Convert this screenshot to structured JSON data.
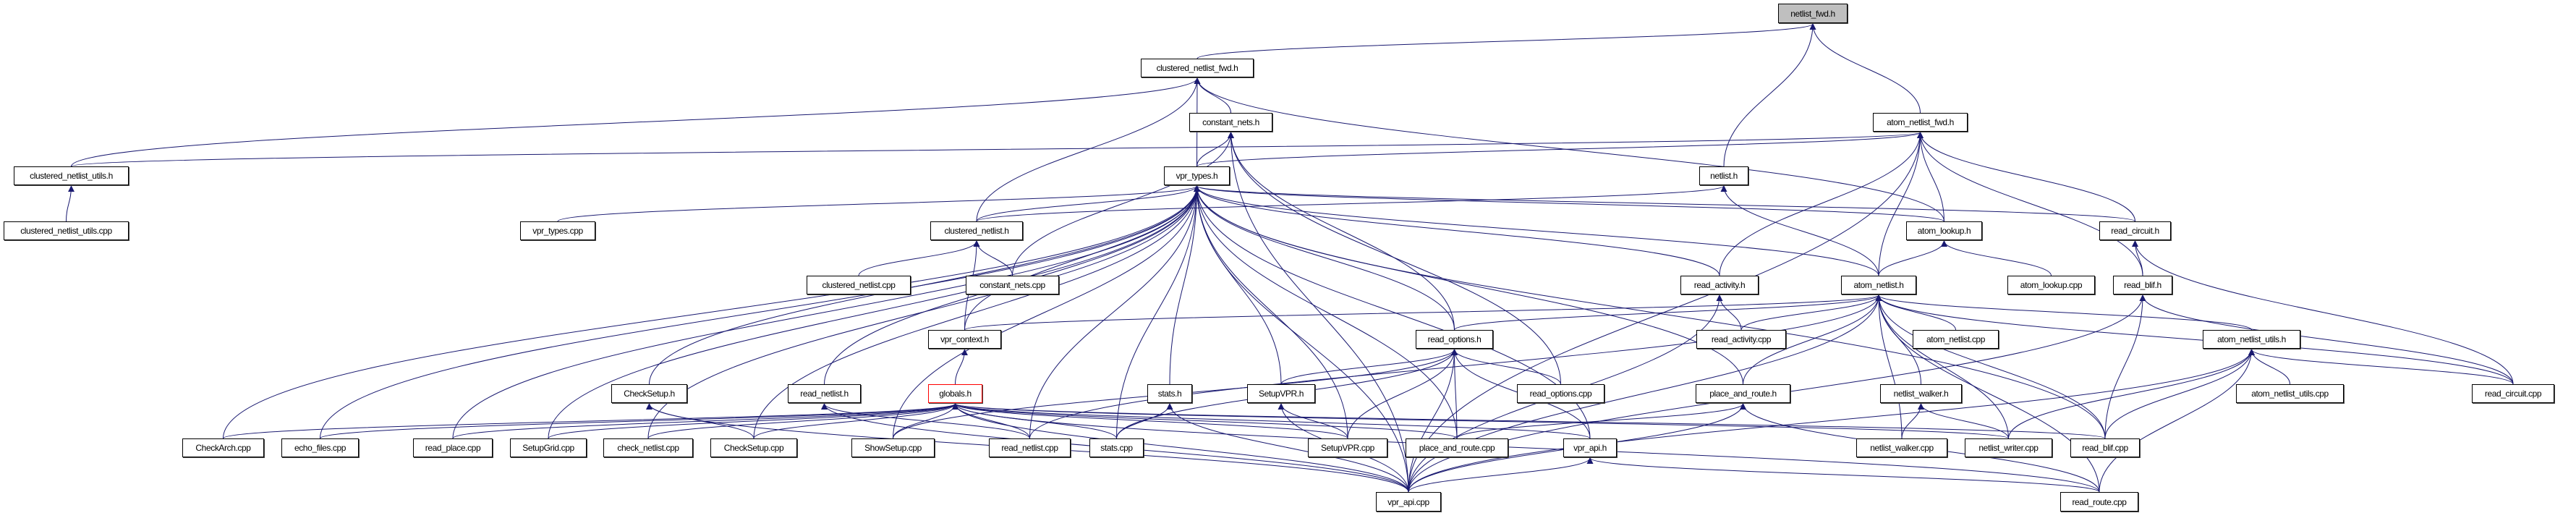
{
  "graph": {
    "root": "netlist_fwd.h",
    "highlighted": "globals.h",
    "colors": {
      "edge": "#191970",
      "root_fill": "#bfbfbf",
      "highlight_border": "#ff0000",
      "node_border": "#000000"
    },
    "nodes": [
      "netlist_fwd.h",
      "clustered_netlist_fwd.h",
      "atom_netlist_fwd.h",
      "constant_nets.h",
      "clustered_netlist_utils.h",
      "vpr_types.h",
      "netlist.h",
      "atom_lookup.h",
      "read_circuit.h",
      "clustered_netlist_utils.cpp",
      "vpr_types.cpp",
      "clustered_netlist.h",
      "clustered_netlist.cpp",
      "constant_nets.cpp",
      "read_activity.h",
      "atom_netlist.h",
      "atom_lookup.cpp",
      "read_blif.h",
      "vpr_context.h",
      "read_options.h",
      "read_activity.cpp",
      "atom_netlist.cpp",
      "atom_netlist_utils.h",
      "CheckSetup.h",
      "read_netlist.h",
      "globals.h",
      "stats.h",
      "SetupVPR.h",
      "read_options.cpp",
      "place_and_route.h",
      "netlist_walker.h",
      "atom_netlist_utils.cpp",
      "read_circuit.cpp",
      "CheckArch.cpp",
      "echo_files.cpp",
      "read_place.cpp",
      "SetupGrid.cpp",
      "check_netlist.cpp",
      "CheckSetup.cpp",
      "ShowSetup.cpp",
      "read_netlist.cpp",
      "stats.cpp",
      "SetupVPR.cpp",
      "place_and_route.cpp",
      "vpr_api.h",
      "netlist_walker.cpp",
      "netlist_writer.cpp",
      "read_blif.cpp",
      "vpr_api.cpp",
      "read_route.cpp"
    ],
    "edges": [
      [
        "clustered_netlist_fwd.h",
        "netlist_fwd.h"
      ],
      [
        "netlist.h",
        "netlist_fwd.h"
      ],
      [
        "atom_netlist_fwd.h",
        "netlist_fwd.h"
      ],
      [
        "clustered_netlist_utils.h",
        "clustered_netlist_fwd.h"
      ],
      [
        "clustered_netlist_utils.h",
        "atom_netlist_fwd.h"
      ],
      [
        "clustered_netlist_utils.cpp",
        "clustered_netlist_utils.h"
      ],
      [
        "vpr_types.h",
        "clustered_netlist_fwd.h"
      ],
      [
        "vpr_types.h",
        "constant_nets.h"
      ],
      [
        "vpr_types.h",
        "atom_netlist_fwd.h"
      ],
      [
        "constant_nets.h",
        "clustered_netlist_fwd.h"
      ],
      [
        "clustered_netlist.h",
        "clustered_netlist_fwd.h"
      ],
      [
        "clustered_netlist.h",
        "vpr_types.h"
      ],
      [
        "clustered_netlist.h",
        "netlist.h"
      ],
      [
        "atom_lookup.h",
        "clustered_netlist_fwd.h"
      ],
      [
        "atom_lookup.h",
        "atom_netlist_fwd.h"
      ],
      [
        "atom_lookup.h",
        "vpr_types.h"
      ],
      [
        "vpr_api.cpp",
        "constant_nets.h"
      ],
      [
        "vpr_api.cpp",
        "atom_netlist_fwd.h"
      ],
      [
        "constant_nets.cpp",
        "constant_nets.h"
      ],
      [
        "constant_nets.cpp",
        "clustered_netlist.h"
      ],
      [
        "clustered_netlist.cpp",
        "clustered_netlist.h"
      ],
      [
        "vpr_types.cpp",
        "vpr_types.h"
      ],
      [
        "CheckArch.cpp",
        "vpr_types.h"
      ],
      [
        "CheckArch.cpp",
        "globals.h"
      ],
      [
        "echo_files.cpp",
        "vpr_types.h"
      ],
      [
        "echo_files.cpp",
        "globals.h"
      ],
      [
        "read_place.cpp",
        "vpr_types.h"
      ],
      [
        "read_place.cpp",
        "globals.h"
      ],
      [
        "SetupGrid.cpp",
        "vpr_types.h"
      ],
      [
        "SetupGrid.cpp",
        "globals.h"
      ],
      [
        "check_netlist.cpp",
        "vpr_types.h"
      ],
      [
        "check_netlist.cpp",
        "globals.h"
      ],
      [
        "CheckSetup.cpp",
        "vpr_types.h"
      ],
      [
        "CheckSetup.cpp",
        "CheckSetup.h"
      ],
      [
        "CheckSetup.cpp",
        "globals.h"
      ],
      [
        "CheckSetup.h",
        "vpr_types.h"
      ],
      [
        "ShowSetup.cpp",
        "vpr_types.h"
      ],
      [
        "ShowSetup.cpp",
        "globals.h"
      ],
      [
        "ShowSetup.cpp",
        "read_options.h"
      ],
      [
        "read_netlist.h",
        "vpr_types.h"
      ],
      [
        "read_netlist.cpp",
        "read_netlist.h"
      ],
      [
        "read_netlist.cpp",
        "globals.h"
      ],
      [
        "read_netlist.cpp",
        "vpr_types.h"
      ],
      [
        "read_netlist.cpp",
        "atom_netlist.h"
      ],
      [
        "vpr_context.h",
        "vpr_types.h"
      ],
      [
        "vpr_context.h",
        "atom_netlist.h"
      ],
      [
        "vpr_context.h",
        "clustered_netlist.h"
      ],
      [
        "globals.h",
        "vpr_context.h"
      ],
      [
        "stats.h",
        "vpr_types.h"
      ],
      [
        "stats.cpp",
        "stats.h"
      ],
      [
        "stats.cpp",
        "globals.h"
      ],
      [
        "stats.cpp",
        "vpr_types.h"
      ],
      [
        "stats.cpp",
        "read_options.h"
      ],
      [
        "SetupVPR.h",
        "vpr_types.h"
      ],
      [
        "SetupVPR.h",
        "read_options.h"
      ],
      [
        "SetupVPR.cpp",
        "SetupVPR.h"
      ],
      [
        "SetupVPR.cpp",
        "globals.h"
      ],
      [
        "SetupVPR.cpp",
        "vpr_types.h"
      ],
      [
        "SetupVPR.cpp",
        "read_options.h"
      ],
      [
        "read_options.h",
        "vpr_types.h"
      ],
      [
        "read_options.h",
        "constant_nets.h"
      ],
      [
        "read_options.h",
        "atom_netlist.h"
      ],
      [
        "read_options.cpp",
        "read_options.h"
      ],
      [
        "read_options.cpp",
        "constant_nets.h"
      ],
      [
        "place_and_route.h",
        "vpr_types.h"
      ],
      [
        "place_and_route.h",
        "atom_netlist.h"
      ],
      [
        "place_and_route.cpp",
        "place_and_route.h"
      ],
      [
        "place_and_route.cpp",
        "globals.h"
      ],
      [
        "place_and_route.cpp",
        "read_options.h"
      ],
      [
        "place_and_route.cpp",
        "vpr_types.h"
      ],
      [
        "vpr_api.h",
        "vpr_types.h"
      ],
      [
        "vpr_api.h",
        "read_options.h"
      ],
      [
        "vpr_api.h",
        "globals.h"
      ],
      [
        "vpr_api.cpp",
        "vpr_api.h"
      ],
      [
        "vpr_api.cpp",
        "globals.h"
      ],
      [
        "vpr_api.cpp",
        "stats.h"
      ],
      [
        "vpr_api.cpp",
        "SetupVPR.h"
      ],
      [
        "vpr_api.cpp",
        "read_options.h"
      ],
      [
        "vpr_api.cpp",
        "place_and_route.h"
      ],
      [
        "vpr_api.cpp",
        "atom_netlist.h"
      ],
      [
        "vpr_api.cpp",
        "read_blif.h"
      ],
      [
        "vpr_api.cpp",
        "atom_netlist_utils.h"
      ],
      [
        "vpr_api.cpp",
        "read_netlist.h"
      ],
      [
        "vpr_api.cpp",
        "CheckSetup.h"
      ],
      [
        "vpr_api.cpp",
        "vpr_types.h"
      ],
      [
        "vpr_api.cpp",
        "read_activity.h"
      ],
      [
        "read_activity.h",
        "vpr_types.h"
      ],
      [
        "read_activity.h",
        "atom_netlist_fwd.h"
      ],
      [
        "read_activity.cpp",
        "read_activity.h"
      ],
      [
        "read_activity.cpp",
        "atom_netlist.h"
      ],
      [
        "atom_netlist.h",
        "netlist.h"
      ],
      [
        "atom_netlist.h",
        "atom_netlist_fwd.h"
      ],
      [
        "atom_netlist.h",
        "atom_lookup.h"
      ],
      [
        "atom_netlist.h",
        "vpr_types.h"
      ],
      [
        "atom_lookup.cpp",
        "atom_lookup.h"
      ],
      [
        "read_circuit.h",
        "atom_netlist_fwd.h"
      ],
      [
        "read_circuit.h",
        "vpr_types.h"
      ],
      [
        "read_blif.h",
        "read_circuit.h"
      ],
      [
        "read_blif.h",
        "atom_netlist_fwd.h"
      ],
      [
        "read_circuit.cpp",
        "read_circuit.h"
      ],
      [
        "read_circuit.cpp",
        "read_blif.h"
      ],
      [
        "read_circuit.cpp",
        "atom_netlist.h"
      ],
      [
        "read_circuit.cpp",
        "atom_netlist_utils.h"
      ],
      [
        "atom_netlist_utils.h",
        "atom_netlist.h"
      ],
      [
        "atom_netlist_utils.cpp",
        "atom_netlist_utils.h"
      ],
      [
        "atom_netlist.cpp",
        "atom_netlist.h"
      ],
      [
        "netlist_walker.h",
        "atom_netlist.h"
      ],
      [
        "netlist_walker.cpp",
        "netlist_walker.h"
      ],
      [
        "netlist_walker.cpp",
        "atom_netlist.h"
      ],
      [
        "netlist_writer.cpp",
        "netlist_walker.h"
      ],
      [
        "netlist_writer.cpp",
        "atom_netlist_utils.h"
      ],
      [
        "netlist_writer.cpp",
        "atom_netlist.h"
      ],
      [
        "netlist_writer.cpp",
        "globals.h"
      ],
      [
        "read_blif.cpp",
        "read_blif.h"
      ],
      [
        "read_blif.cpp",
        "atom_netlist.h"
      ],
      [
        "read_blif.cpp",
        "atom_netlist_utils.h"
      ],
      [
        "read_blif.cpp",
        "globals.h"
      ],
      [
        "read_blif.cpp",
        "vpr_types.h"
      ],
      [
        "read_route.cpp",
        "place_and_route.h"
      ],
      [
        "read_route.cpp",
        "atom_netlist_utils.h"
      ],
      [
        "read_route.cpp",
        "atom_netlist.h"
      ],
      [
        "read_route.cpp",
        "globals.h"
      ],
      [
        "read_route.cpp",
        "vpr_api.h"
      ]
    ]
  }
}
